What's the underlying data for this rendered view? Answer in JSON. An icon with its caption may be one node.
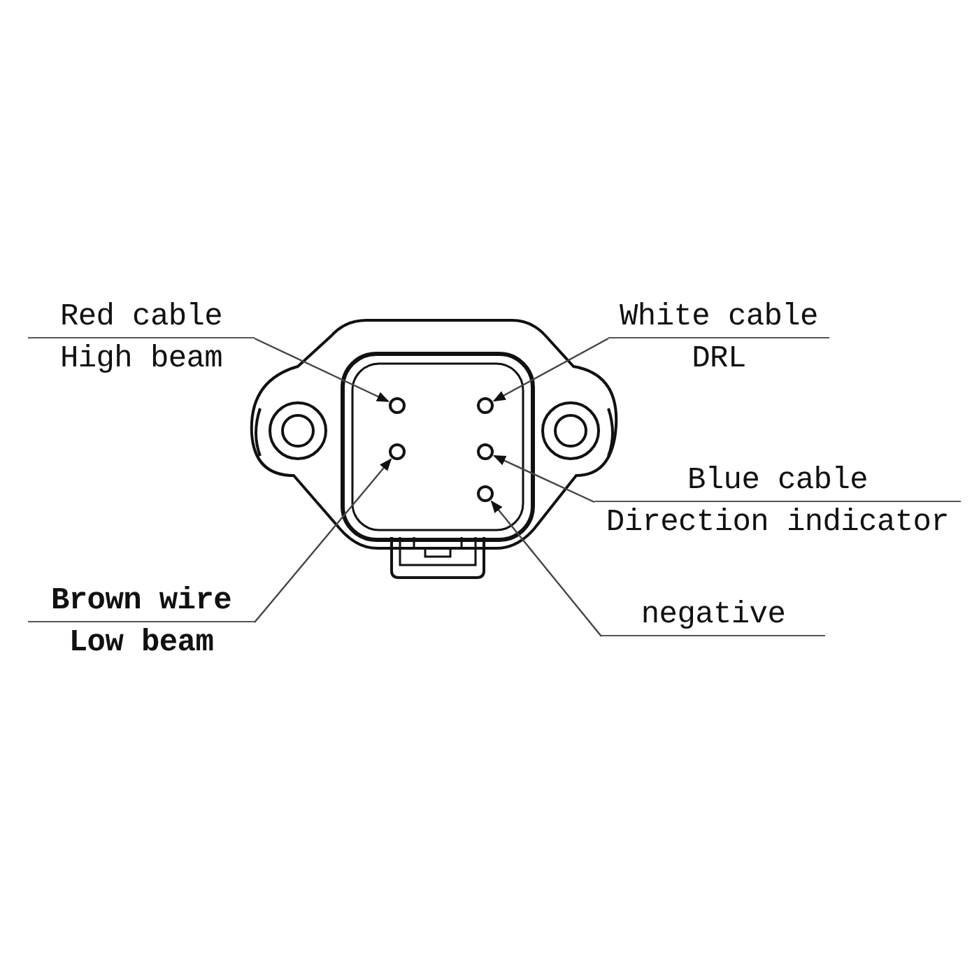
{
  "diagram": {
    "nodes": [
      {
        "text": [
          "Red cable",
          "High beam"
        ]
      },
      {
        "text": [
          "White cable",
          "DRL"
        ]
      },
      {
        "text": [
          "Blue cable",
          "Direction indicator"
        ]
      },
      {
        "text": [
          "Brown wire",
          "Low beam"
        ]
      },
      {
        "text": [
          "negative"
        ]
      },
      {
        "text": [],
        "shape": "circle"
      },
      {
        "text": [],
        "shape": "circle"
      },
      {
        "text": [],
        "shape": "circle"
      },
      {
        "text": [],
        "shape": "circle"
      },
      {
        "text": [],
        "shape": "circle"
      }
    ],
    "edges": [
      {
        "from": 0,
        "to": 5,
        "arrow": "to"
      },
      {
        "from": 1,
        "to": 6,
        "arrow": "to"
      },
      {
        "from": 2,
        "to": 8,
        "arrow": "to"
      },
      {
        "from": 3,
        "to": 7,
        "arrow": "to"
      },
      {
        "from": 4,
        "to": 9,
        "arrow": "to"
      }
    ]
  }
}
